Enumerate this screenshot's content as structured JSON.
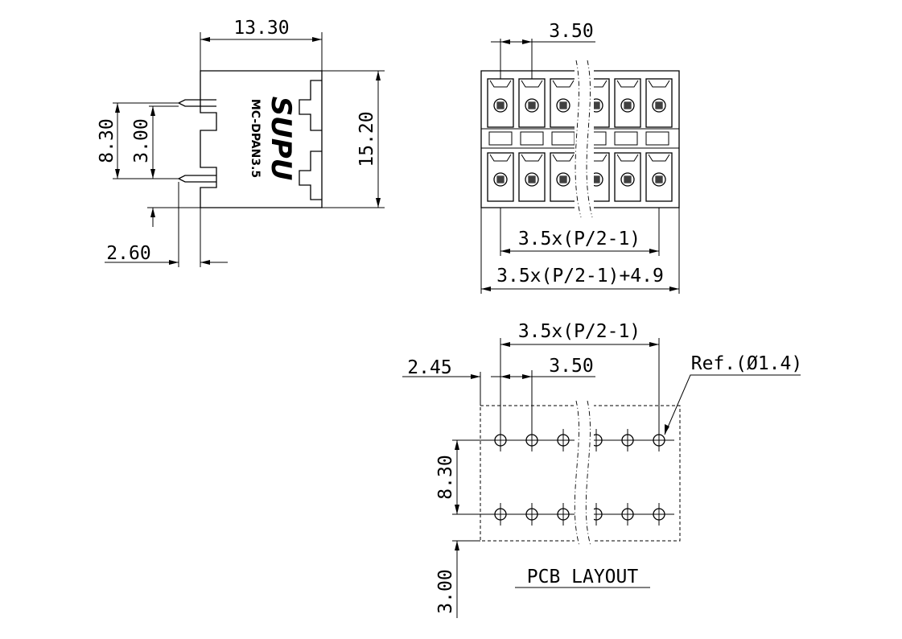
{
  "side_view": {
    "width_label": "13.30",
    "height_label": "15.20",
    "pitch_outer_label": "8.30",
    "pitch_inner_label": "3.00",
    "pin_label": "2.60",
    "brand_logo": "SUPU",
    "model_text": "MC-DPAN3.5"
  },
  "front_view": {
    "pitch_label": "3.50",
    "span_label": "3.5x(P/2-1)",
    "overall_label": "3.5x(P/2-1)+4.9"
  },
  "pcb_layout": {
    "span_label": "3.5x(P/2-1)",
    "edge_label": "2.45",
    "pitch_label": "3.50",
    "hole_label": "Ref.(Ø1.4)",
    "row_pitch_label": "8.30",
    "offset_label": "3.00",
    "title": "PCB LAYOUT"
  }
}
